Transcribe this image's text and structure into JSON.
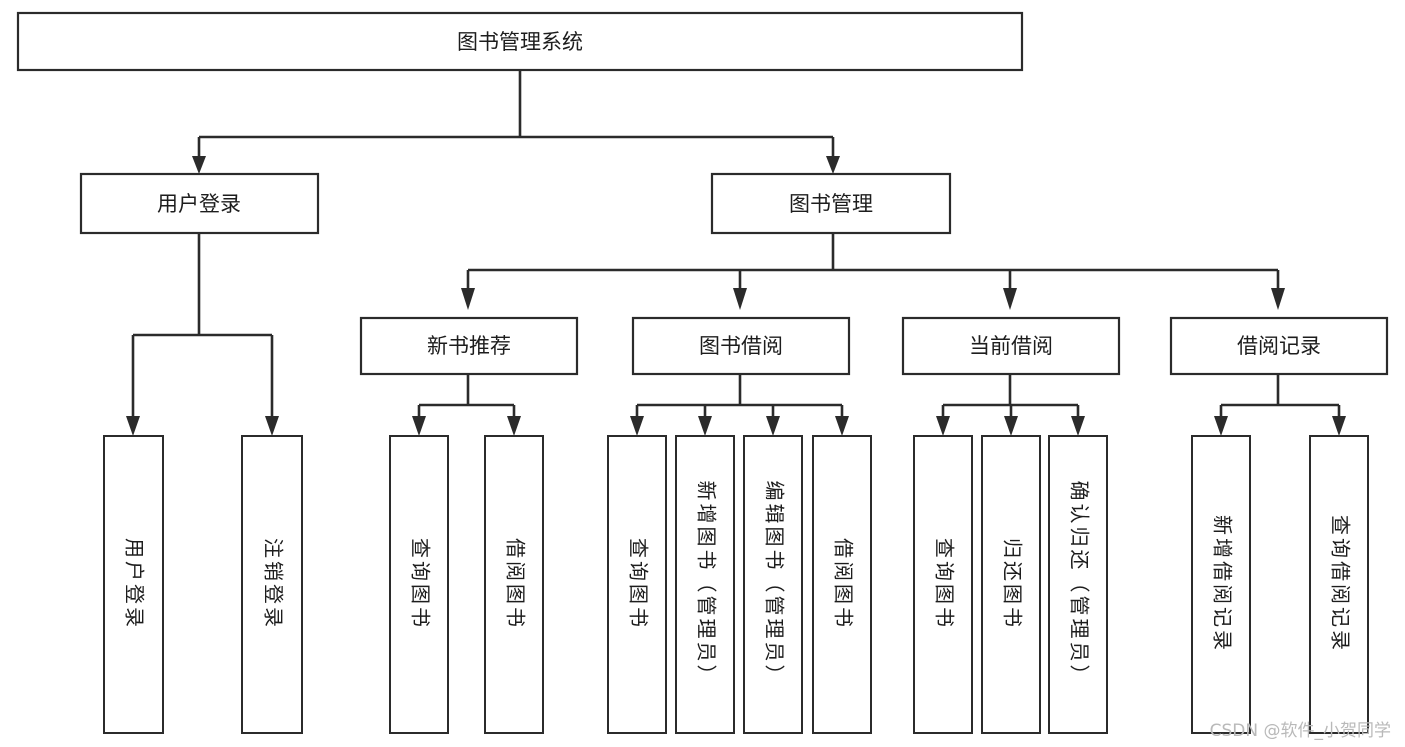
{
  "diagram": {
    "title": "图书管理系统",
    "type": "tree-hierarchy-chart",
    "watermark": "CSDN @软件_小贺同学",
    "root": {
      "id": "root",
      "label": "图书管理系统"
    },
    "level2": [
      {
        "id": "user-login",
        "label": "用户登录"
      },
      {
        "id": "book-management",
        "label": "图书管理"
      }
    ],
    "level3": [
      {
        "id": "new-book-recommend",
        "label": "新书推荐",
        "parent": "book-management"
      },
      {
        "id": "book-borrow",
        "label": "图书借阅",
        "parent": "book-management"
      },
      {
        "id": "current-borrow",
        "label": "当前借阅",
        "parent": "book-management"
      },
      {
        "id": "borrow-record",
        "label": "借阅记录",
        "parent": "book-management"
      }
    ],
    "leaves": [
      {
        "id": "leaf-user-login",
        "label": "用户登录",
        "parent": "user-login"
      },
      {
        "id": "leaf-logout-login",
        "label": "注销登录",
        "parent": "user-login"
      },
      {
        "id": "leaf-query-book-1",
        "label": "查询图书",
        "parent": "new-book-recommend"
      },
      {
        "id": "leaf-borrow-book-1",
        "label": "借阅图书",
        "parent": "new-book-recommend"
      },
      {
        "id": "leaf-query-book-2",
        "label": "查询图书",
        "parent": "book-borrow"
      },
      {
        "id": "leaf-add-book",
        "label": "新增图书（管理员）",
        "parent": "book-borrow"
      },
      {
        "id": "leaf-edit-book",
        "label": "编辑图书（管理员）",
        "parent": "book-borrow"
      },
      {
        "id": "leaf-borrow-book-2",
        "label": "借阅图书",
        "parent": "book-borrow"
      },
      {
        "id": "leaf-query-book-3",
        "label": "查询图书",
        "parent": "current-borrow"
      },
      {
        "id": "leaf-return-book",
        "label": "归还图书",
        "parent": "current-borrow"
      },
      {
        "id": "leaf-confirm-return",
        "label": "确认归还（管理员）",
        "parent": "current-borrow"
      },
      {
        "id": "leaf-add-borrow-record",
        "label": "新增借阅记录",
        "parent": "borrow-record"
      },
      {
        "id": "leaf-query-borrow-record",
        "label": "查询借阅记录",
        "parent": "borrow-record"
      }
    ],
    "colors": {
      "box_stroke": "#2b2b2b",
      "box_fill": "#ffffff",
      "text": "#1d1d1d",
      "background": "#ffffff",
      "watermark": "#b9b9b9"
    }
  }
}
